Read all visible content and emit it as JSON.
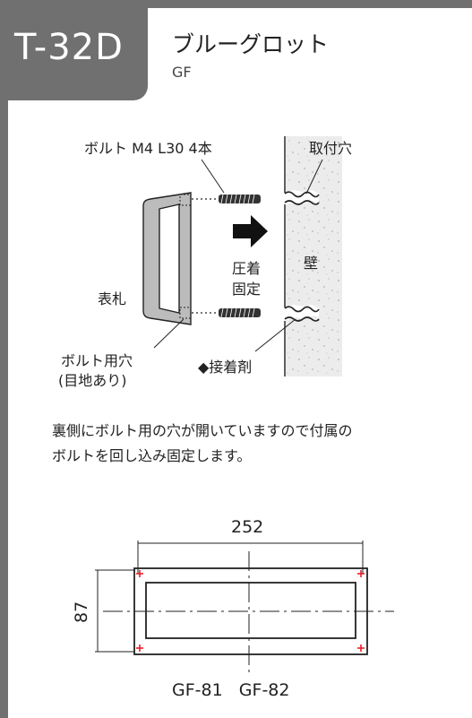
{
  "header": {
    "product_code": "T-32D",
    "product_name": "ブルーグロット",
    "variant": "GF"
  },
  "install_diagram": {
    "bolt_label": "ボルト M4 L30 4本",
    "hole_label": "取付穴",
    "press_line1": "圧着",
    "press_line2": "固定",
    "wall_label": "壁",
    "plate_label": "表札",
    "bolt_hole_line1": "ボルト用穴",
    "bolt_hole_line2": "(目地あり)",
    "adhesive_label": "◆接着剤"
  },
  "description": {
    "line1": "裏側にボルト用の穴が開いていますので付属の",
    "line2": "ボルトを回し込み固定します。"
  },
  "dimensions": {
    "width": "252",
    "height": "87",
    "models": "GF-81   GF-82"
  }
}
